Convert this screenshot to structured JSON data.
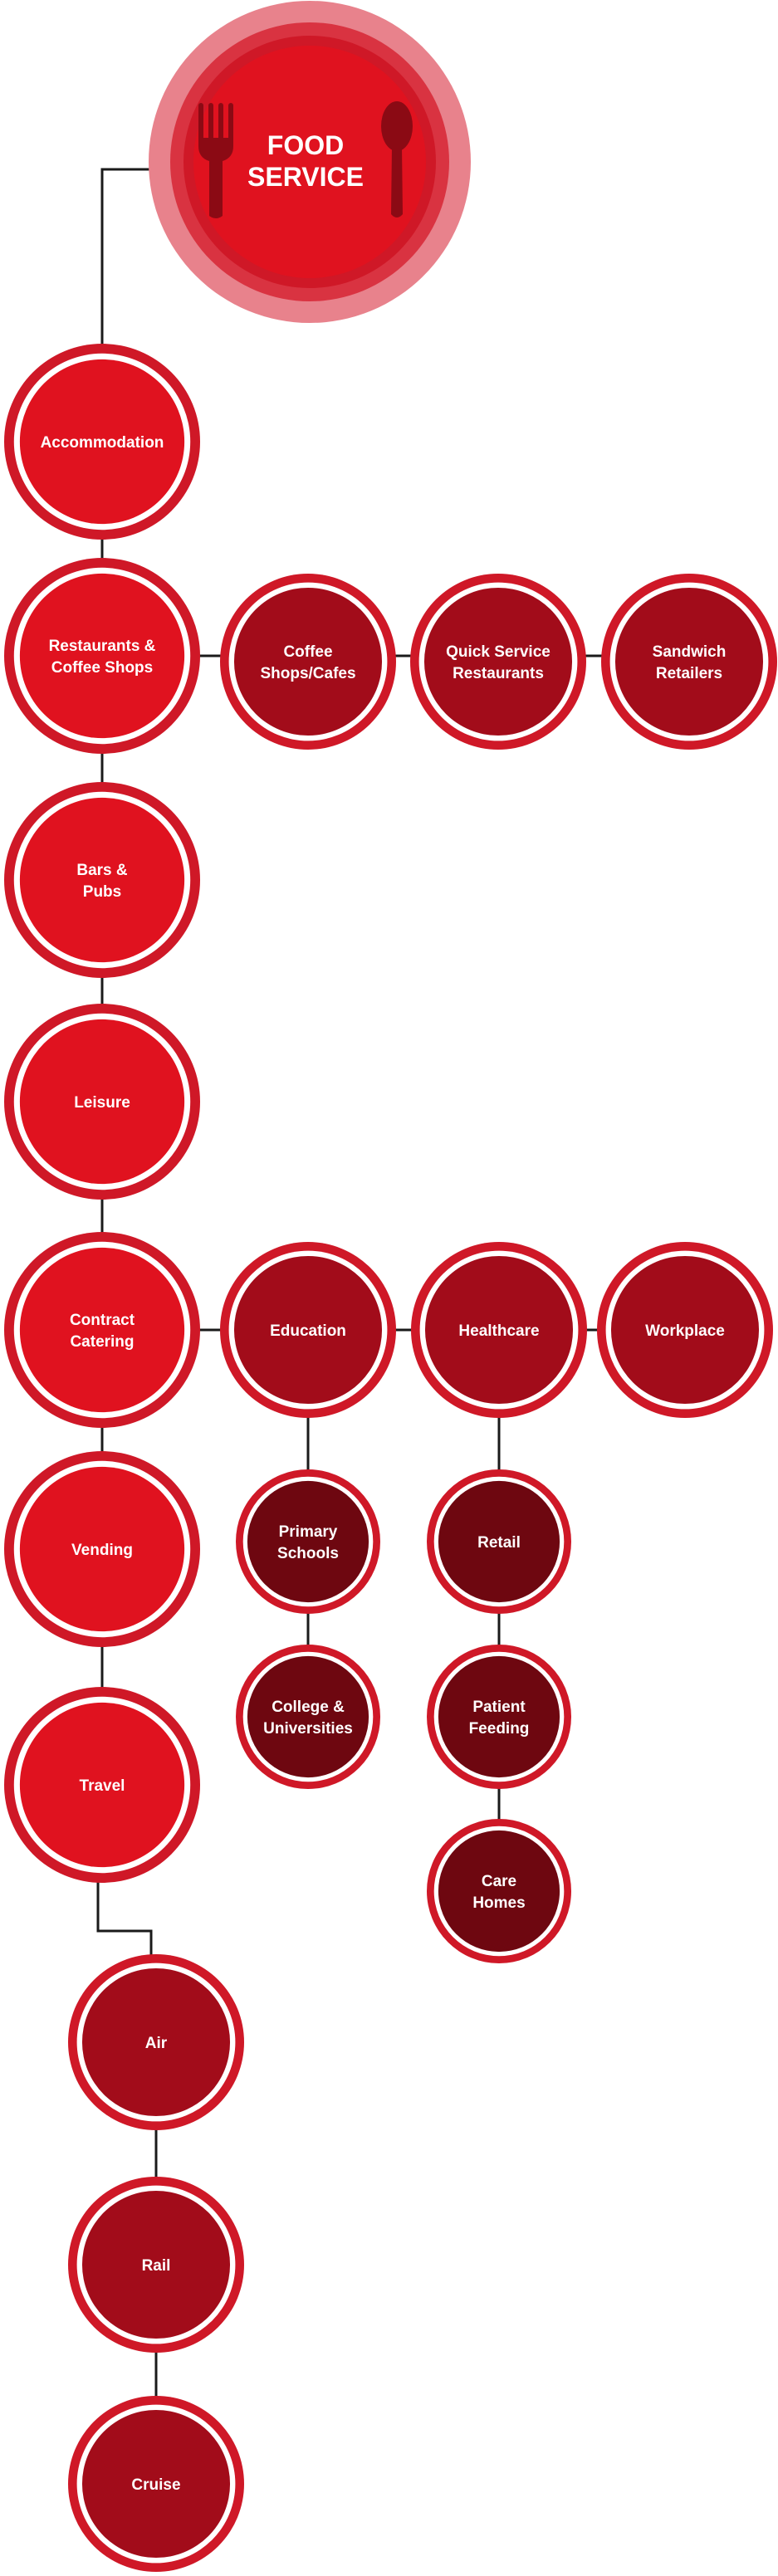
{
  "title": {
    "line1": "FOOD",
    "line2": "SERVICE"
  },
  "icons": {
    "left": "fork-icon",
    "right": "spoon-icon"
  },
  "colors": {
    "root_outer": "#e8828c",
    "root_mid": "#d93341",
    "root_inner": "#e0121f",
    "level1": "#e0121f",
    "level2": "#a20c1a",
    "level3": "#6e0710",
    "ring": "#cf1827",
    "icon": "#8b0a14",
    "connector": "#1a1a1a"
  },
  "nodes": {
    "accommodation": {
      "line1": "Accommodation"
    },
    "restaurants": {
      "line1": "Restaurants &",
      "line2": "Coffee Shops"
    },
    "coffee_shops": {
      "line1": "Coffee",
      "line2": "Shops/Cafes"
    },
    "quick_service": {
      "line1": "Quick Service",
      "line2": "Restaurants"
    },
    "sandwich": {
      "line1": "Sandwich",
      "line2": "Retailers"
    },
    "bars": {
      "line1": "Bars &",
      "line2": "Pubs"
    },
    "leisure": {
      "line1": "Leisure"
    },
    "contract": {
      "line1": "Contract",
      "line2": "Catering"
    },
    "education": {
      "line1": "Education"
    },
    "healthcare": {
      "line1": "Healthcare"
    },
    "workplace": {
      "line1": "Workplace"
    },
    "primary": {
      "line1": "Primary",
      "line2": "Schools"
    },
    "college": {
      "line1": "College  &",
      "line2": "Universities"
    },
    "retail": {
      "line1": "Retail"
    },
    "patient": {
      "line1": "Patient",
      "line2": "Feeding"
    },
    "care": {
      "line1": "Care",
      "line2": "Homes"
    },
    "vending": {
      "line1": "Vending"
    },
    "travel": {
      "line1": "Travel"
    },
    "air": {
      "line1": "Air"
    },
    "rail": {
      "line1": "Rail"
    },
    "cruise": {
      "line1": "Cruise"
    }
  }
}
